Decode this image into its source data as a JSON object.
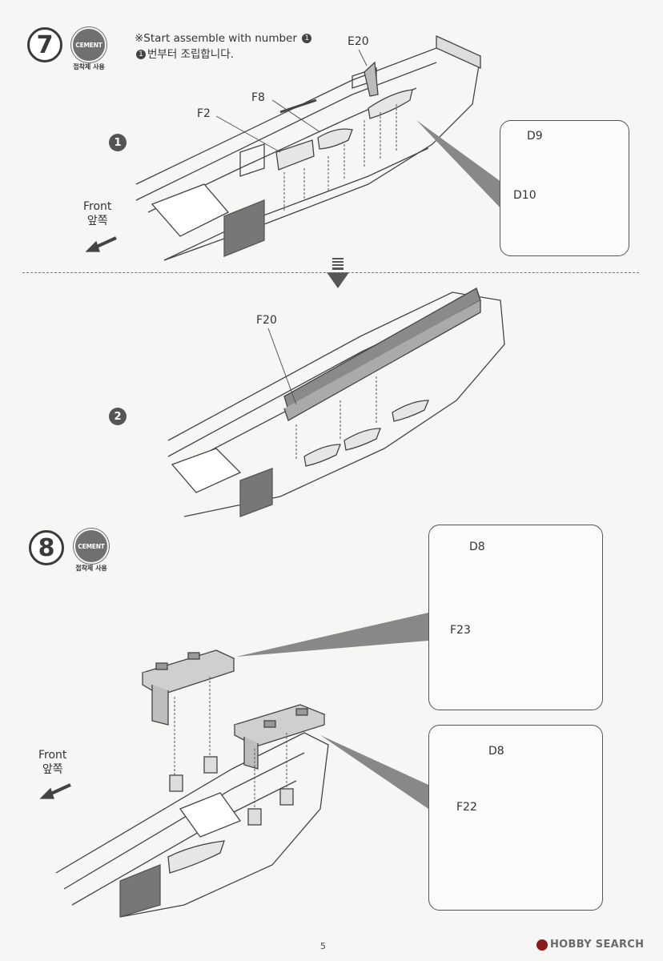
{
  "steps": [
    {
      "number": "7",
      "cement_badge": "CEMENT",
      "cement_caption": "접착제 사용",
      "note_prefix": "※Start assemble with number",
      "note_bullet": "1",
      "note_ko_bullet": "1",
      "note_ko": "번부터 조립합니다.",
      "sub_steps": [
        "1",
        "2"
      ],
      "labels": {
        "e20": "E20",
        "f8": "F8",
        "f2": "F2",
        "d9": "D9",
        "d10": "D10",
        "f20": "F20"
      },
      "front_en": "Front",
      "front_ko": "앞쪽"
    },
    {
      "number": "8",
      "cement_badge": "CEMENT",
      "cement_caption": "접착제 사용",
      "labels": {
        "d8_top": "D8",
        "f23": "F23",
        "d8_bottom": "D8",
        "f22": "F22"
      },
      "front_en": "Front",
      "front_ko": "앞쪽"
    }
  ],
  "page_number": "5",
  "watermark": "HOBBY SEARCH"
}
